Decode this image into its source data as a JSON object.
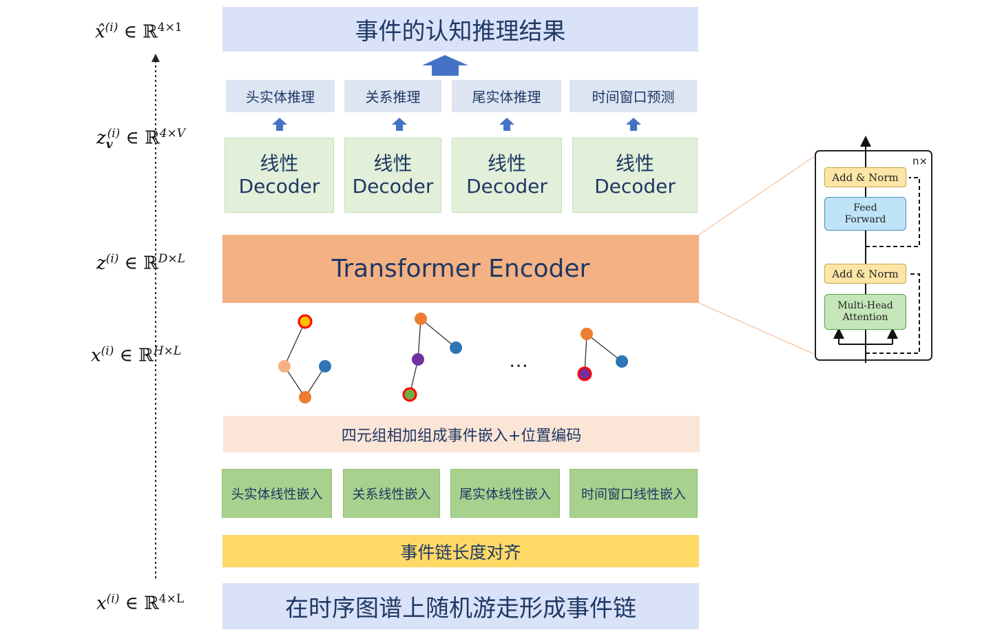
{
  "diagram": {
    "top_result": "事件的认知推理结果",
    "tasks": [
      "头实体推理",
      "关系推理",
      "尾实体推理",
      "时间窗口预测"
    ],
    "decoders": [
      {
        "line1": "线性",
        "line2": "Decoder"
      },
      {
        "line1": "线性",
        "line2": "Decoder"
      },
      {
        "line1": "线性",
        "line2": "Decoder"
      },
      {
        "line1": "线性",
        "line2": "Decoder"
      }
    ],
    "encoder": "Transformer Encoder",
    "ellipsis": "…",
    "embed_sum": "四元组相加组成事件嵌入+位置编码",
    "embeddings": [
      "头实体线性嵌入",
      "关系线性嵌入",
      "尾实体线性嵌入",
      "时间窗口线性嵌入"
    ],
    "align": "事件链长度对齐",
    "bottom": "在时序图谱上随机游走形成事件链"
  },
  "math_labels": [
    {
      "base": "x̂",
      "sup": "(i)",
      "rest": " ∈ ℝ",
      "dim": "4×1"
    },
    {
      "base": "z",
      "sub": "v",
      "sup": "(i)",
      "rest": " ∈ ℝ",
      "dim": "4×V"
    },
    {
      "base": "z",
      "sup": "(i)",
      "rest": " ∈ ℝ",
      "dim": "D×L"
    },
    {
      "base": "x",
      "sup": "(i)",
      "rest": " ∈ ℝ",
      "dim": "H×L"
    },
    {
      "base": "x",
      "sup": "(i)",
      "rest": " ∈ ℝ",
      "dim": "4×L"
    }
  ],
  "inset": {
    "repeat": "n×",
    "add_norm": "Add & Norm",
    "feed_forward_1": "Feed",
    "feed_forward_2": "Forward",
    "attention_1": "Multi-Head",
    "attention_2": "Attention"
  },
  "colors": {
    "arrow_blue": "#4472c4",
    "node_orange": "#ed7d31",
    "node_peach": "#f4b183",
    "node_blue": "#2e75b6",
    "node_purple": "#7030a0",
    "node_yellow": "#ffc000",
    "node_green": "#70ad47",
    "highlight_red": "#ff0000"
  }
}
